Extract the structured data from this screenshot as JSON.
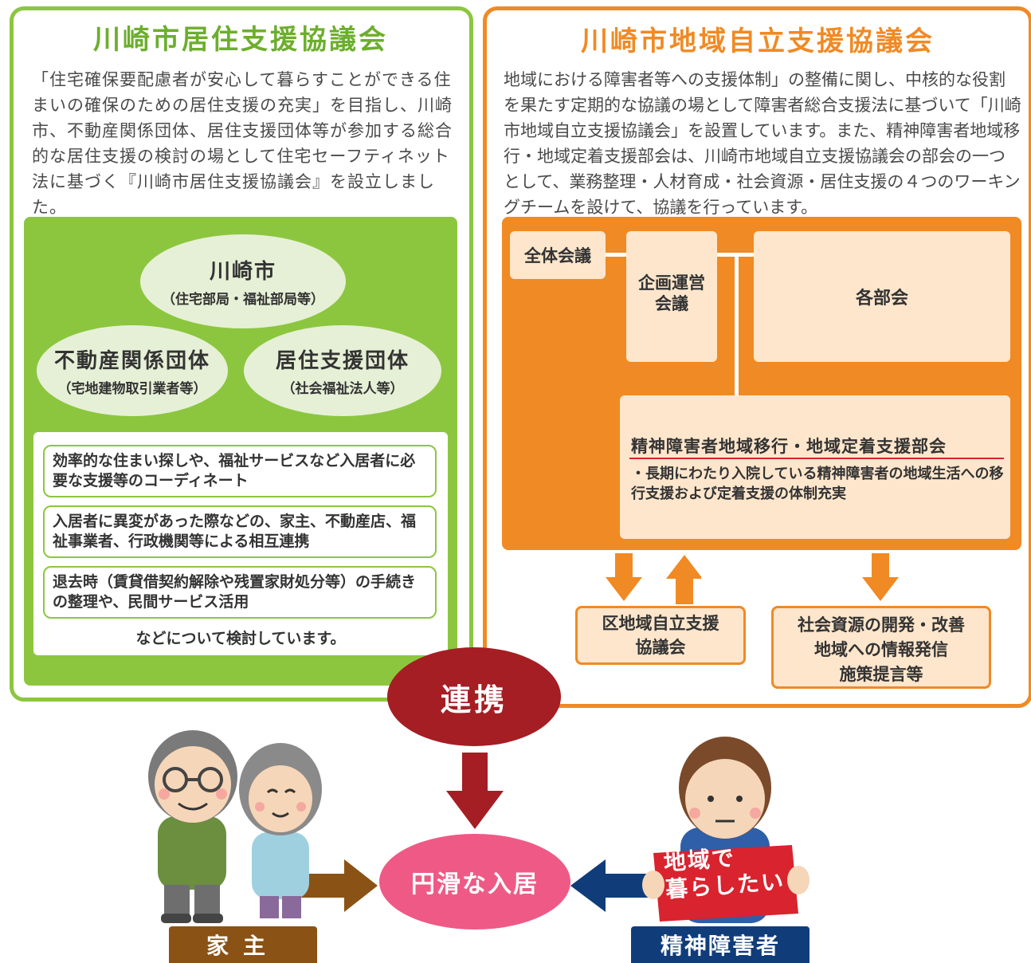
{
  "left": {
    "title": "川崎市居住支援協議会",
    "description": "「住宅確保要配慮者が安心して暮らすことができる住まいの確保のための居住支援の充実」を目指し、川崎市、不動産関係団体、居住支援団体等が参加する総合的な居住支援の検討の場として住宅セーフティネット法に基づく『川崎市居住支援協議会』を設立しました。",
    "members": [
      {
        "name": "川崎市",
        "sub": "（住宅部局・福祉部局等）"
      },
      {
        "name": "不動産関係団体",
        "sub": "（宅地建物取引業者等）"
      },
      {
        "name": "居住支援団体",
        "sub": "（社会福祉法人等）"
      }
    ],
    "topics": [
      "効率的な住まい探しや、福祉サービスなど入居者に必要な支援等のコーディネート",
      "入居者に異変があった際などの、家主、不動産店、福祉事業者、行政機関等による相互連携",
      "退去時（賃貸借契約解除や残置家財処分等）の手続きの整理や、民間サービス活用"
    ],
    "topics_footer": "などについて検討しています。"
  },
  "right": {
    "title": "川崎市地域自立支援協議会",
    "description": "地域における障害者等への支援体制」の整備に関し、中核的な役割を果たす定期的な協議の場として障害者総合支援法に基づいて「川崎市地域自立支援協議会」を設置しています。また、精神障害者地域移行・地域定着支援部会は、川崎市地域自立支援協議会の部会の一つとして、業務整理・人材育成・社会資源・居住支援の４つのワーキングチームを設けて、協議を行っています。",
    "org": {
      "all_meeting": "全体会議",
      "planning_line1": "企画運営",
      "planning_line2": "会議",
      "subcommittees": "各部会",
      "mental_title": "精神障害者地域移行・地域定着支援部会",
      "mental_note": "・長期にわたり入院している精神障害者の地域生活への移行支援および定着支援の体制充実"
    },
    "ward_line1": "区地域自立支援",
    "ward_line2": "協議会",
    "social_line1": "社会資源の開発・改善",
    "social_line2": "地域への情報発信",
    "social_line3": "施策提言等"
  },
  "bottom": {
    "cooperation": "連携",
    "smooth_entry": "円滑な入居",
    "landlord": "家主",
    "person": "精神障害者",
    "sign_line1": "地域で",
    "sign_line2": "暮らしたい"
  },
  "colors": {
    "green": "#8cc63f",
    "orange": "#f08a24",
    "dark_red": "#a41e24",
    "pink": "#ee5a85",
    "brown": "#8a5214",
    "navy": "#103d7a"
  }
}
